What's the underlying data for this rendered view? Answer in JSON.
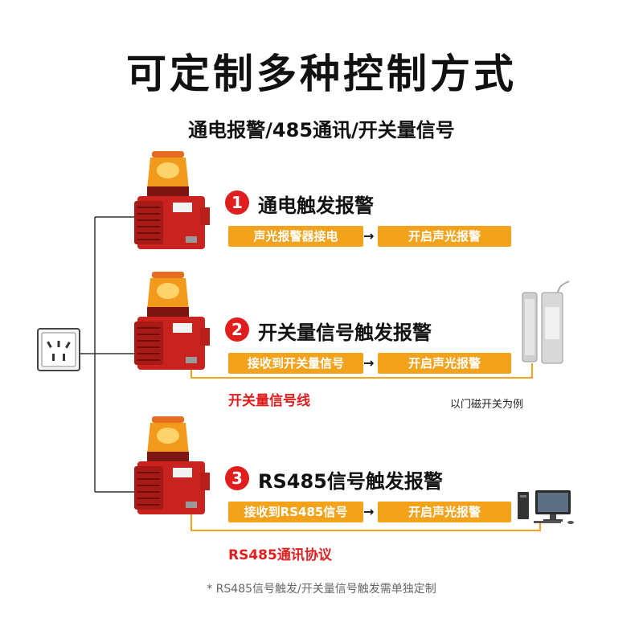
{
  "header": {
    "title": "可定制多种控制方式",
    "subtitle": "通电报警/485通讯/开关量信号"
  },
  "sections": [
    {
      "number": "1",
      "title": "通电触发报警",
      "flow": [
        "声光报警器接电",
        "开启声光报警"
      ],
      "arrow": "→"
    },
    {
      "number": "2",
      "title": "开关量信号触发报警",
      "flow": [
        "接收到开关量信号",
        "开启声光报警"
      ],
      "arrow": "→",
      "wire_label": "开关量信号线",
      "device_note": "以门磁开关为例"
    },
    {
      "number": "3",
      "title": "RS485信号触发报警",
      "flow": [
        "接收到RS485信号",
        "开启声光报警"
      ],
      "arrow": "→",
      "wire_label": "RS485通讯协议"
    }
  ],
  "footnote": "* RS485信号触发/开关量信号触发需单独定制",
  "colors": {
    "accent_red": "#e01e1e",
    "flow_orange": "#f3a21b",
    "alarm_body": "#c8231e",
    "beacon_amber": "#f29a1c"
  },
  "icons": [
    "power-socket-icon",
    "sound-light-alarm-icon",
    "door-magnet-switch-icon",
    "computer-icon"
  ]
}
